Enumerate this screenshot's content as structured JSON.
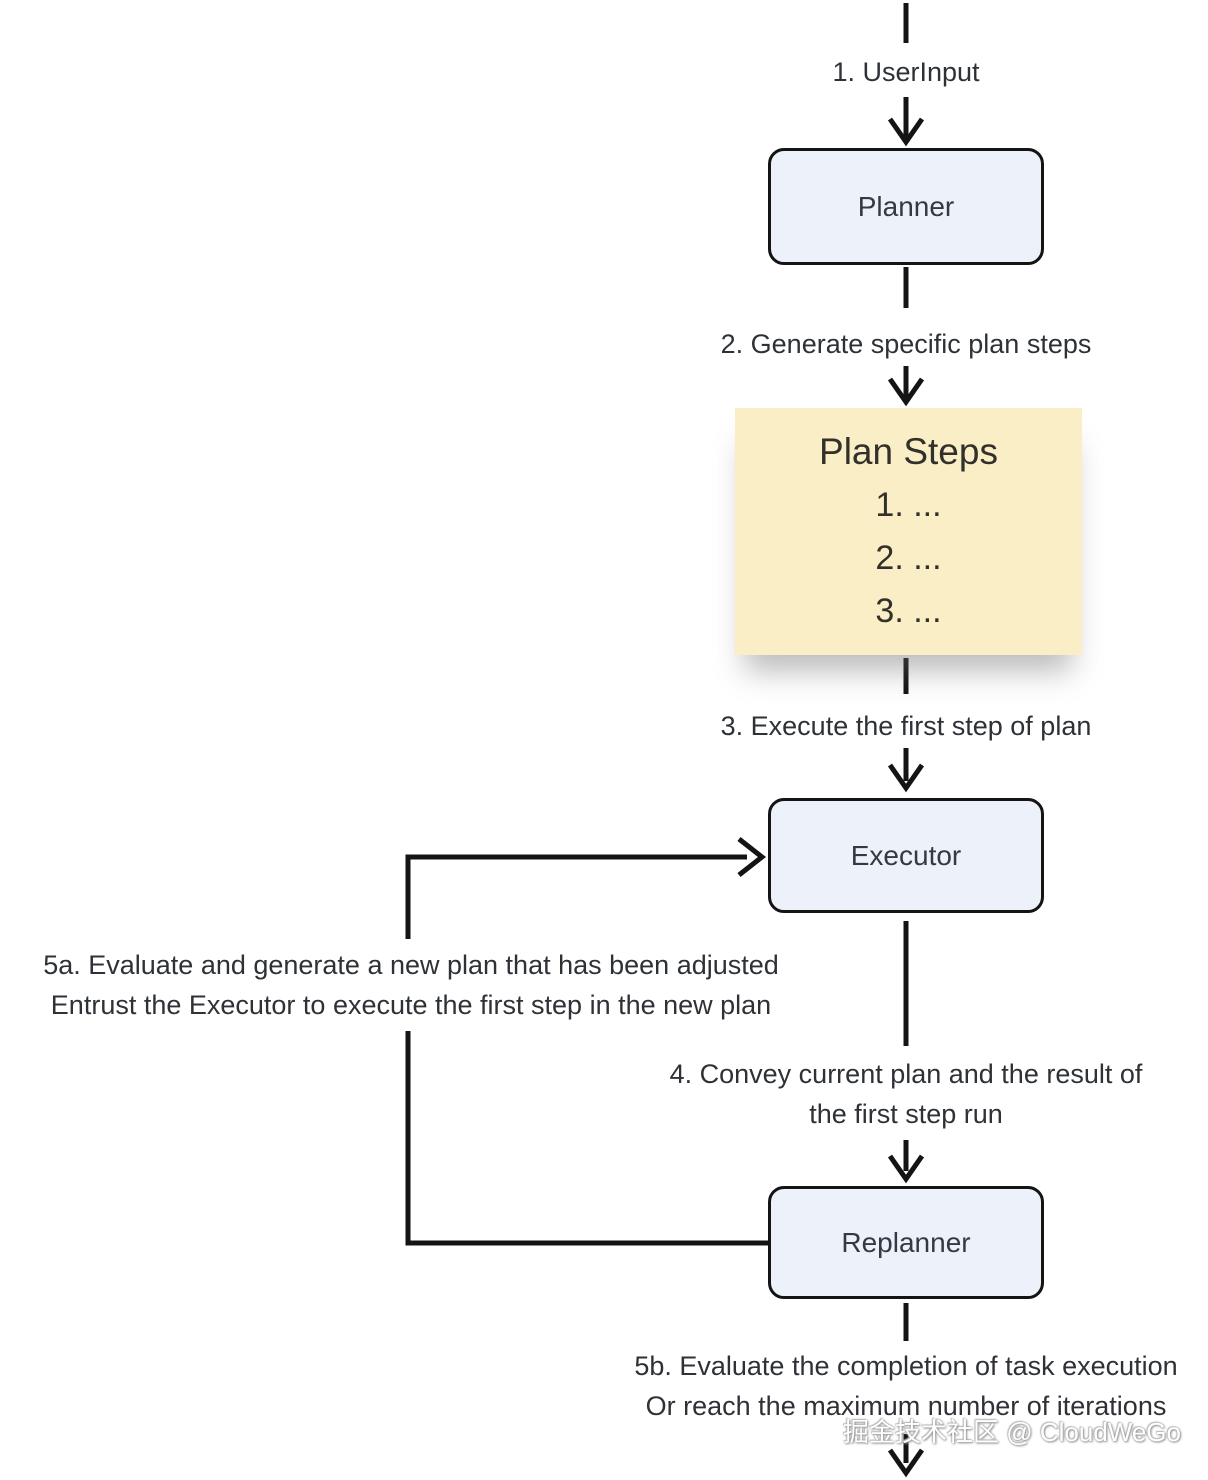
{
  "diagram": {
    "flow_labels": {
      "step1": "1. UserInput",
      "step2": "2. Generate specific plan steps",
      "step3": "3. Execute the first step of plan",
      "step4": [
        "4. Convey current plan and the result of",
        "the first step run"
      ],
      "step5a": [
        "5a. Evaluate and generate a new plan that has been adjusted",
        "Entrust the Executor to execute the first step in the new plan"
      ],
      "step5b": [
        "5b. Evaluate the completion of task execution",
        "Or reach the maximum number of iterations"
      ]
    },
    "nodes": {
      "planner": {
        "label": "Planner"
      },
      "executor": {
        "label": "Executor"
      },
      "replanner": {
        "label": "Replanner"
      },
      "plan_steps": {
        "title": "Plan Steps",
        "items": [
          "1. ...",
          "2. ...",
          "3. ..."
        ]
      }
    },
    "colors": {
      "node_fill": "#edf1f9",
      "node_border": "#141414",
      "note_fill": "#faeec6",
      "connector": "#141414",
      "label_text": "#2e3237"
    },
    "watermark": "掘金技术社区 @ CloudWeGo"
  }
}
